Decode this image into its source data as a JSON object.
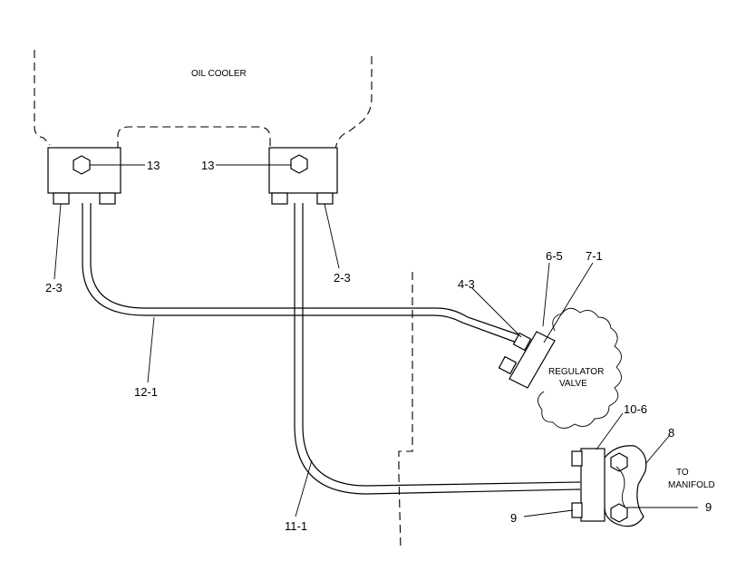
{
  "labels": {
    "oil_cooler": "OIL COOLER",
    "regulator_line1": "REGULATOR",
    "regulator_line2": "VALVE",
    "to_line1": "TO",
    "manifold_line2": "MANIFOLD",
    "callout_13_left": "13",
    "callout_13_right": "13",
    "callout_2_3_left": "2-3",
    "callout_2_3_right": "2-3",
    "callout_4_3": "4-3",
    "callout_6_5": "6-5",
    "callout_7_1": "7-1",
    "callout_12_1": "12-1",
    "callout_10_6": "10-6",
    "callout_8": "8",
    "callout_9_left": "9",
    "callout_9_right": "9",
    "callout_11_1": "11-1"
  }
}
